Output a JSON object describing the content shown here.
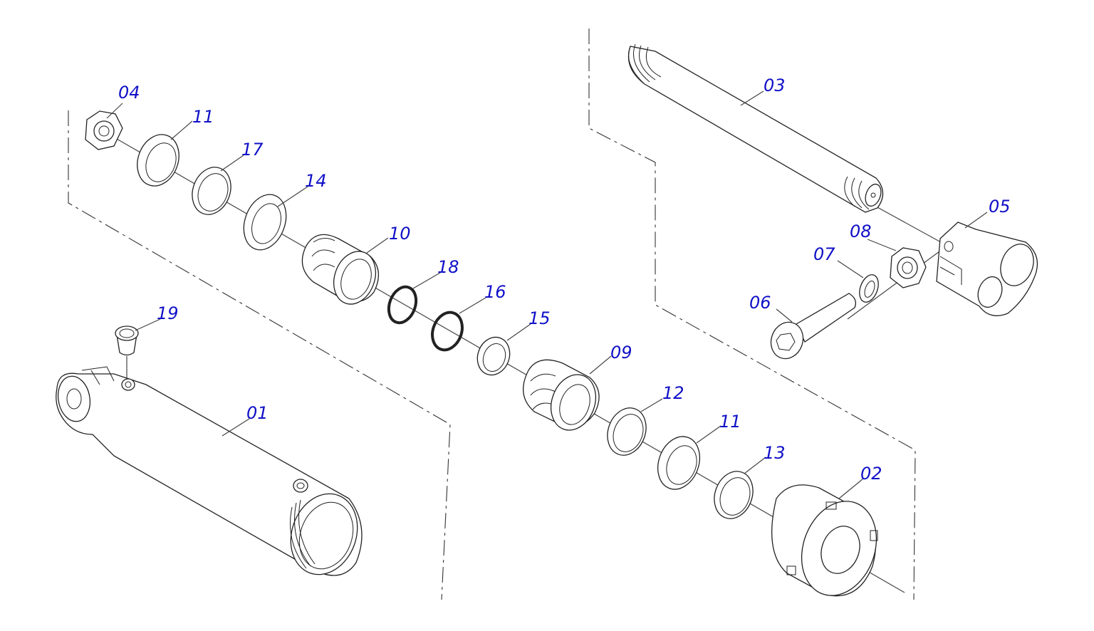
{
  "labels": {
    "p01": "01",
    "p02": "02",
    "p03": "03",
    "p04": "04",
    "p05": "05",
    "p06": "06",
    "p07": "07",
    "p08": "08",
    "p09": "09",
    "p10": "10",
    "p11a": "11",
    "p11b": "11",
    "p12": "12",
    "p13": "13",
    "p14": "14",
    "p15": "15",
    "p16": "16",
    "p17": "17",
    "p18": "18",
    "p19": "19"
  },
  "colors": {
    "label": "#1010c8",
    "line": "#222222",
    "background": "#ffffff"
  }
}
